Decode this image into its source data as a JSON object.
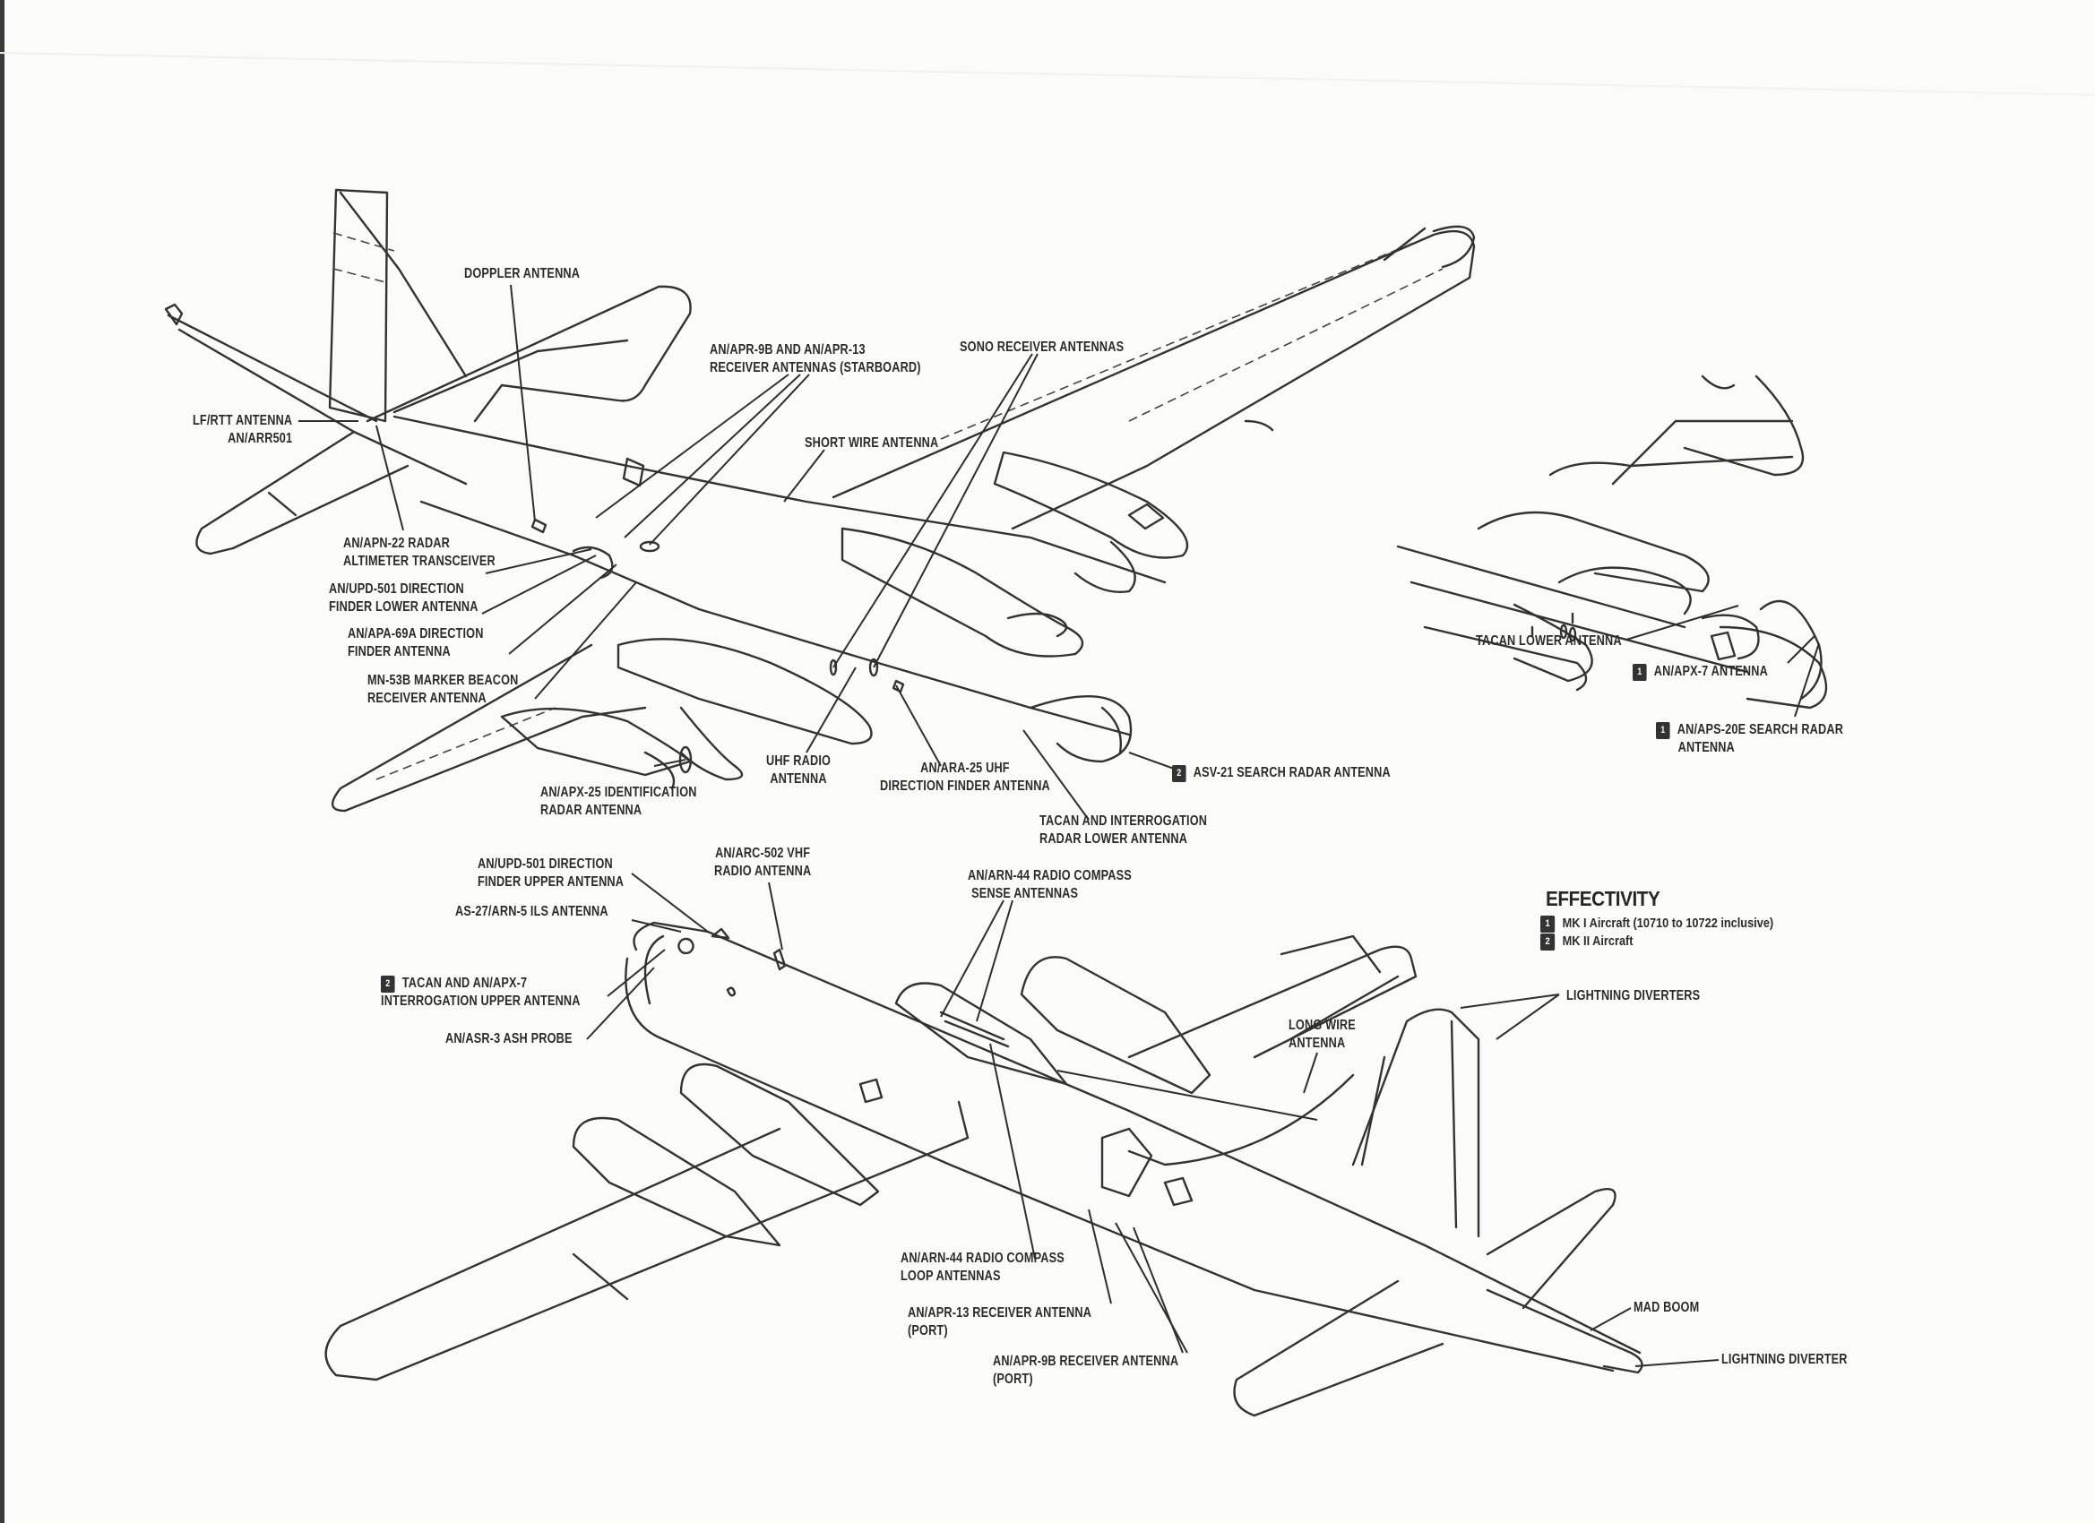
{
  "diagram": {
    "subject": "Aircraft antenna locations",
    "top_view_labels": {
      "doppler": "DOPPLER ANTENNA",
      "lf_rtt": [
        "LF/RTT ANTENNA",
        "AN/ARR501"
      ],
      "apr_starboard": [
        "AN/APR-9B AND AN/APR-13",
        "RECEIVER ANTENNAS (STARBOARD)"
      ],
      "sono": "SONO RECEIVER ANTENNAS",
      "short_wire": "SHORT WIRE ANTENNA",
      "apn22": [
        "AN/APN-22 RADAR",
        "ALTIMETER TRANSCEIVER"
      ],
      "upd501_lower": [
        "AN/UPD-501 DIRECTION",
        "FINDER LOWER ANTENNA"
      ],
      "apa69a": [
        "AN/APA-69A DIRECTION",
        "FINDER ANTENNA"
      ],
      "mn53b": [
        "MN-53B MARKER BEACON",
        "RECEIVER ANTENNA"
      ],
      "apx25": [
        "AN/APX-25 IDENTIFICATION",
        "RADAR ANTENNA"
      ],
      "uhf_radio": [
        "UHF RADIO",
        "ANTENNA"
      ],
      "ara25": [
        "AN/ARA-25 UHF",
        "DIRECTION FINDER ANTENNA"
      ],
      "tacan_lower_interrog": [
        "TACAN AND INTERROGATION",
        "RADAR LOWER ANTENNA"
      ],
      "asv21": {
        "badge": "2",
        "text": "ASV-21 SEARCH RADAR ANTENNA"
      }
    },
    "inset_labels": {
      "tacan_lower": "TACAN LOWER ANTENNA",
      "apx7": {
        "badge": "1",
        "text": "AN/APX-7 ANTENNA"
      },
      "aps20e": {
        "badge": "1",
        "lines": [
          "AN/APS-20E SEARCH RADAR",
          "ANTENNA"
        ]
      }
    },
    "bottom_view_labels": {
      "upd501_upper": [
        "AN/UPD-501 DIRECTION",
        "FINDER UPPER ANTENNA"
      ],
      "as27": "AS-27/ARN-5 ILS ANTENNA",
      "arc502": [
        "AN/ARC-502 VHF",
        "RADIO ANTENNA"
      ],
      "tacan_upper": {
        "badge": "2",
        "lines": [
          "TACAN AND AN/APX-7",
          "INTERROGATION UPPER ANTENNA"
        ]
      },
      "asr3": "AN/ASR-3 ASH PROBE",
      "arn44_sense": [
        "AN/ARN-44 RADIO COMPASS",
        "SENSE ANTENNAS"
      ],
      "long_wire": [
        "LONG WIRE",
        "ANTENNA"
      ],
      "lightning_diverters": "LIGHTNING DIVERTERS",
      "arn44_loop": [
        "AN/ARN-44 RADIO COMPASS",
        "LOOP ANTENNAS"
      ],
      "apr13_port": [
        "AN/APR-13 RECEIVER ANTENNA",
        "(PORT)"
      ],
      "apr9b_port": [
        "AN/APR-9B RECEIVER ANTENNA",
        "(PORT)"
      ],
      "mad_boom": "MAD BOOM",
      "lightning_diverter": "LIGHTNING DIVERTER"
    },
    "effectivity": {
      "title": "EFFECTIVITY",
      "items": [
        {
          "badge": "1",
          "text": "MK I Aircraft (10710 to 10722 inclusive)"
        },
        {
          "badge": "2",
          "text": "MK II Aircraft"
        }
      ]
    }
  }
}
